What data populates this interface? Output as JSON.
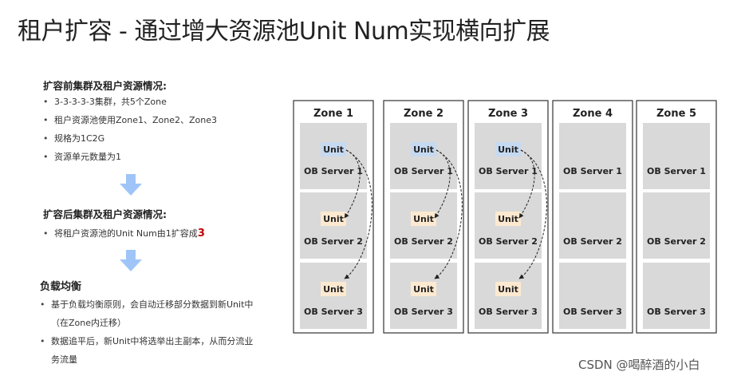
{
  "title": "租户扩容 - 通过增大资源池Unit Num实现横向扩展",
  "before": {
    "heading": "扩容前集群及租户资源情况:",
    "bullets": [
      "3-3-3-3-3集群，共5个Zone",
      "租户资源池使用Zone1、Zone2、Zone3",
      "规格为1C2G",
      "资源单元数量为1"
    ]
  },
  "after": {
    "heading": "扩容后集群及租户资源情况:",
    "bullet_prefix": "将租户资源池的Unit Num由1扩容成",
    "bullet_highlight": "3"
  },
  "balance": {
    "heading": "负载均衡",
    "bullets": [
      "基于负载均衡原则，会自动迁移部分数据到新Unit中（在Zone内迁移）",
      "数据追平后，新Unit中将选举出主副本，从而分流业务流量"
    ]
  },
  "zones": [
    {
      "name": "Zone 1",
      "servers": [
        "OB Server 1",
        "OB Server 2",
        "OB Server 3"
      ],
      "units": [
        "Unit",
        "Unit",
        "Unit"
      ]
    },
    {
      "name": "Zone 2",
      "servers": [
        "OB Server 1",
        "OB Server 2",
        "OB Server 3"
      ],
      "units": [
        "Unit",
        "Unit",
        "Unit"
      ]
    },
    {
      "name": "Zone 3",
      "servers": [
        "OB Server 1",
        "OB Server 2",
        "OB Server 3"
      ],
      "units": [
        "Unit",
        "Unit",
        "Unit"
      ]
    },
    {
      "name": "Zone 4",
      "servers": [
        "OB Server 1",
        "OB Server 2",
        "OB Server 3"
      ],
      "units": []
    },
    {
      "name": "Zone 5",
      "servers": [
        "OB Server 1",
        "OB Server 2",
        "OB Server 3"
      ],
      "units": []
    }
  ],
  "colors": {
    "original_unit": "#c5d9f1",
    "new_unit": "#fde9d0",
    "server_bg": "#d9d9d9",
    "arrow": "#9fc5f8",
    "highlight": "#c00000"
  },
  "watermark": "CSDN @喝醉酒的小白"
}
